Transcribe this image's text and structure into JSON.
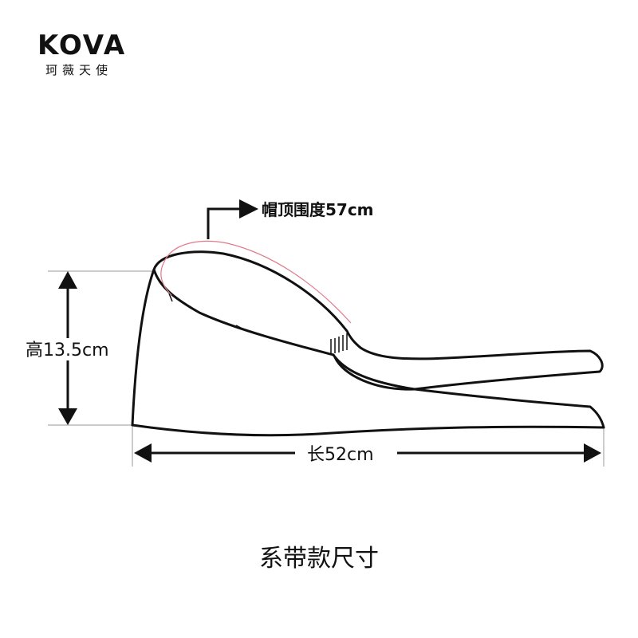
{
  "brand": {
    "name": "KOVA",
    "subtitle": "珂薇天使"
  },
  "dimensions": {
    "top_circumference": "帽顶围度57cm",
    "height": "高13.5cm",
    "length": "长52cm"
  },
  "caption": "系带款尺寸",
  "colors": {
    "outline": "#111111",
    "guide_line": "#9a9a9a",
    "seam_highlight": "#e07a8a"
  }
}
